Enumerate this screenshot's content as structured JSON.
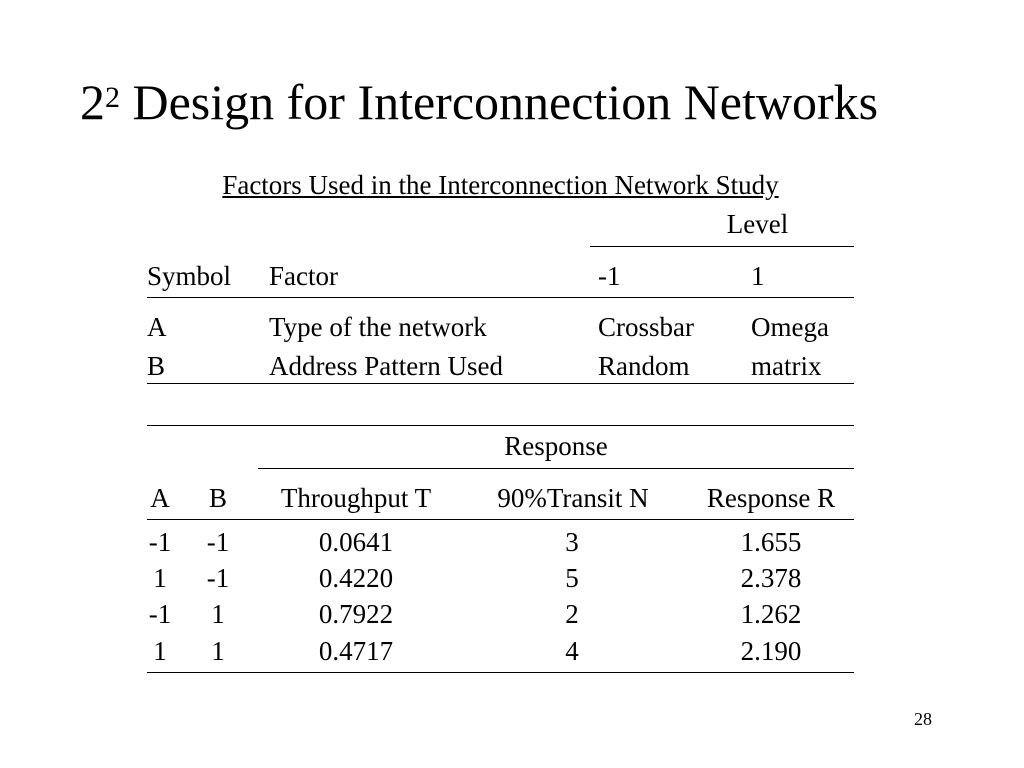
{
  "slide": {
    "title_base": "2",
    "title_exp": "2",
    "title_rest": " Design for Interconnection Networks",
    "page_number": "28"
  },
  "factors_table": {
    "caption": "Factors Used in the Interconnection Network Study",
    "level_label": "Level",
    "headers": {
      "symbol": "Symbol",
      "factor": "Factor",
      "low": "-1",
      "high": "1"
    },
    "rows": [
      {
        "symbol": "A",
        "factor": "Type of the network",
        "low": "Crossbar",
        "high": "Omega"
      },
      {
        "symbol": "B",
        "factor": "Address Pattern Used",
        "low": "Random",
        "high": "matrix"
      }
    ]
  },
  "response_table": {
    "group_label": "Response",
    "headers": {
      "a": "A",
      "b": "B",
      "throughput": "Throughput T",
      "transit": "90%Transit N",
      "response": "Response R"
    },
    "rows": [
      {
        "a": "-1",
        "b": "-1",
        "throughput": "0.0641",
        "transit": "3",
        "response": "1.655"
      },
      {
        "a": "1",
        "b": "-1",
        "throughput": "0.4220",
        "transit": "5",
        "response": "2.378"
      },
      {
        "a": "-1",
        "b": "1",
        "throughput": "0.7922",
        "transit": "2",
        "response": "1.262"
      },
      {
        "a": "1",
        "b": "1",
        "throughput": "0.4717",
        "transit": "4",
        "response": "2.190"
      }
    ]
  }
}
